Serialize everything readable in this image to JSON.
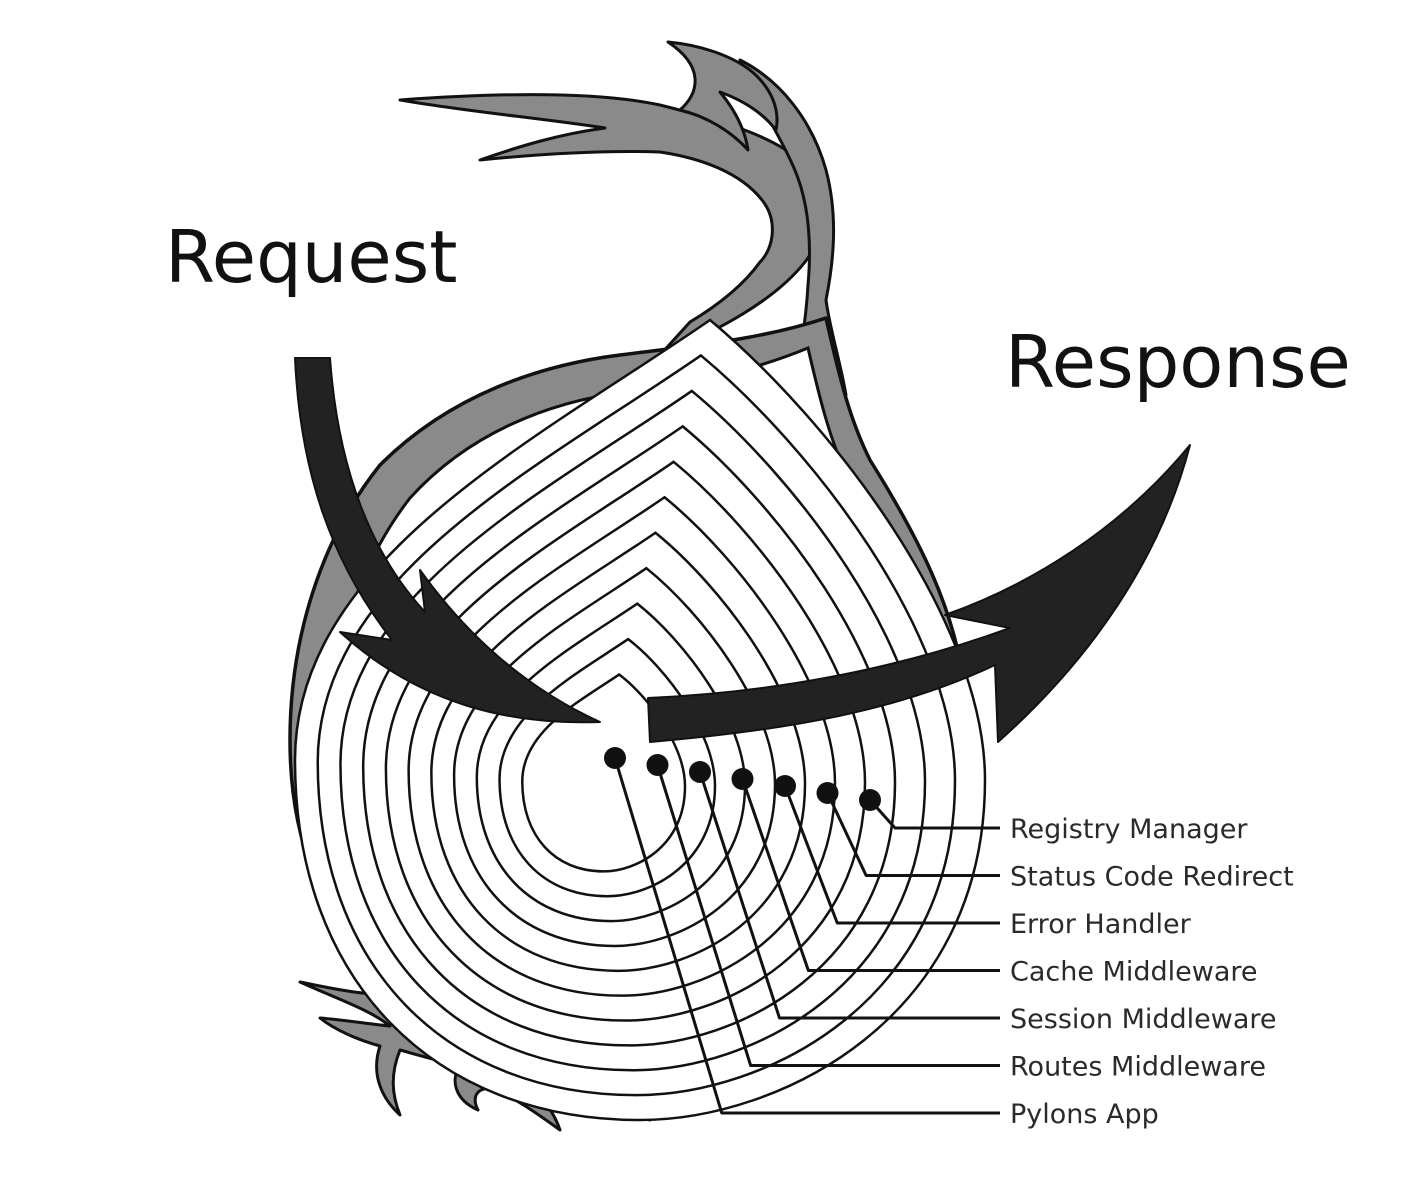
{
  "labels": {
    "request": "Request",
    "response": "Response"
  },
  "layers": [
    {
      "name": "Registry Manager"
    },
    {
      "name": "Status Code Redirect"
    },
    {
      "name": "Error Handler"
    },
    {
      "name": "Cache Middleware"
    },
    {
      "name": "Session Middleware"
    },
    {
      "name": "Routes Middleware"
    },
    {
      "name": "Pylons App"
    }
  ],
  "colors": {
    "background": "#ffffff",
    "skin": "#8a8a8a",
    "flesh": "#ffffff",
    "outline": "#111111",
    "arrow": "#222222"
  }
}
